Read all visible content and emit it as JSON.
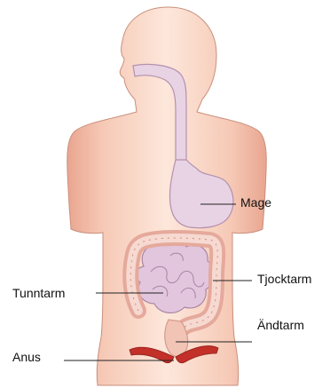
{
  "labels": {
    "stomach": "Mage",
    "large_intestine": "Tjocktarm",
    "small_intestine": "Tunntarm",
    "rectum": "Ändtarm",
    "anus": "Anus"
  },
  "colors": {
    "skin": "#f7cdb9",
    "skin_shade": "#ef ac96",
    "organ": "#e8d3e4",
    "organ_outline": "#b491ad",
    "colon_outer": "#ecb8ad",
    "colon_inner": "#f6d7cf",
    "anus_muscle": "#c23029",
    "line": "#222222"
  }
}
